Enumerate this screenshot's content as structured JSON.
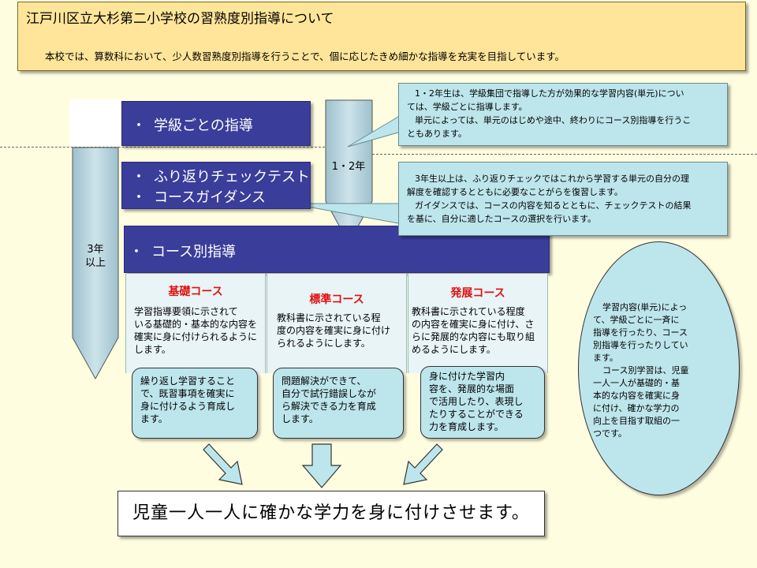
{
  "header": {
    "title": "江戸川区立大杉第二小学校の習熟度別指導について",
    "subtitle": "本校では、算数科において、少人数習熟度別指導を行うことで、個に応じたきめ細かな指導を充実を目指しています。"
  },
  "bars": {
    "class_guidance": "学級ごとの指導",
    "check_test": "ふり返りチェックテスト",
    "course_guidance": "コースガイダンス",
    "course_specific": "コース別指導",
    "bullet": "・"
  },
  "arrows": {
    "grade12": "1・2年",
    "grade3_line1": "3年",
    "grade3_line2": "以上"
  },
  "callouts": {
    "grade12": [
      "1・2年生は、学級集団で指導した方が効果的な学習内容(単元)につい",
      "ては、学級ごとに指導します。",
      "単元によっては、単元のはじめや途中、終わりにコース別指導を行うこ",
      "ともあります。"
    ],
    "grade3": [
      "3年生以上は、ふり返りチェックではこれから学習する単元の自分の理",
      "解度を確認するとともに必要なことがらを復習します。",
      "ガイダンスでは、コースの内容を知るとともに、チェックテストの結果",
      "を基に、自分に適したコースの選択を行います。"
    ]
  },
  "courses": [
    {
      "title": "基礎コース",
      "body": [
        "学習指導要領に示されて",
        "いる基礎的・基本的な内容を",
        "確実に身に付けられるように",
        "します。"
      ],
      "goal": [
        "繰り返し学習すること",
        "で、既習事項を確実に",
        "身に付けるよう育成し",
        "ます。"
      ]
    },
    {
      "title": "標準コース",
      "body": [
        "教科書に示されている程",
        "度の内容を確実に身に付け",
        "られるようにします。"
      ],
      "goal": [
        "問題解決ができて、",
        "自分で試行錯誤しなが",
        "ら解決できる力を育成",
        "します。"
      ]
    },
    {
      "title": "発展コース",
      "body": [
        "教科書に示されている程度",
        "の内容を確実に身に付け、さ",
        "らに発展的な内容にも取り組",
        "めるようにします。"
      ],
      "goal": [
        "身に付けた学習内",
        "容を、発展的な場面",
        "で活用したり、表現し",
        "たりすることができる",
        "力を育成します。"
      ]
    }
  ],
  "banner": "児童一人一人に確かな学力を身に付けさせます。",
  "ellipse": [
    "学習内容(単元)によっ",
    "て、学級ごとに一斉に",
    "指導を行ったり、コース",
    "別指導を行ったりしてい",
    "ます。",
    "コース別学習は、児童",
    "一人一人が基礎的・基",
    "本的な内容を確実に身",
    "に付け、確かな学力の",
    "向上を目指す取組の一",
    "つです。"
  ],
  "colors": {
    "navy": "#3b3d9a",
    "teal": "#bde6ec",
    "header_bg": "#fee59a",
    "course_title": "#e01010"
  }
}
